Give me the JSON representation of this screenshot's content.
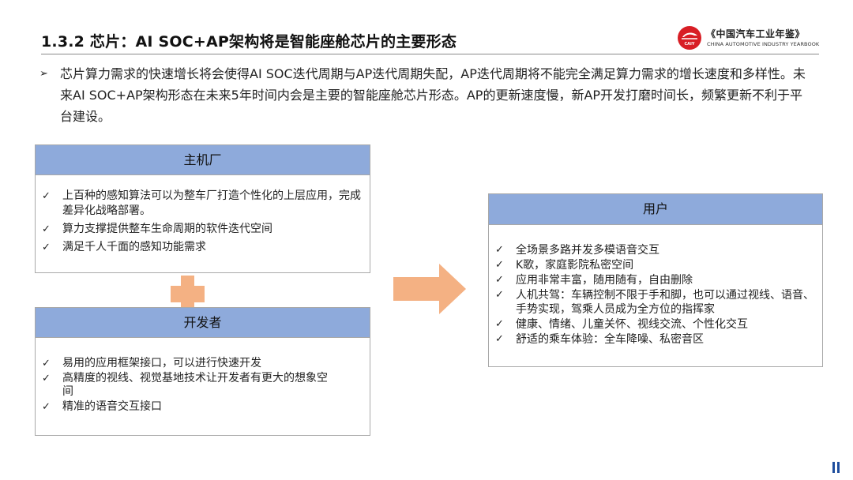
{
  "header": {
    "title": "1.3.2 芯片：AI SOC+AP架构将是智能座舱芯片的主要形态",
    "logo": {
      "badge_text": "CAIY",
      "name_cn": "《中国汽车工业年鉴》",
      "name_en": "CHINA AUTOMOTIVE INDUSTRY YEARBOOK"
    }
  },
  "intro": {
    "bullet_icon": "arrow-bullet-icon",
    "text": "芯片算力需求的快速增长将会使得AI SOC迭代周期与AP迭代周期失配，AP迭代周期将不能完全满足算力需求的增长速度和多样性。未来AI SOC+AP架构形态在未来5年时间内会是主要的智能座舱芯片形态。AP的更新速度慢，新AP开发打磨时间长，频繁更新不利于平台建设。"
  },
  "oem_box": {
    "title": "主机厂",
    "items": [
      "上百种的感知算法可以为整车厂打造个性化的上层应用，完成差异化战略部署。",
      "算力支撑提供整车生命周期的软件迭代空间",
      "满足千人千面的感知功能需求"
    ]
  },
  "dev_box": {
    "title": "开发者",
    "items": [
      "易用的应用框架接口，可以进行快速开发",
      "高精度的视线、视觉基地技术让开发者有更大的想象空间",
      "精准的语音交互接口"
    ]
  },
  "user_box": {
    "title": "用户",
    "items": [
      "全场景多路并发多模语音交互",
      "K歌，家庭影院私密空间",
      "应用非常丰富，随用随有，自由删除",
      "人机共驾：车辆控制不限于手和脚，也可以通过视线、语音、手势实现，驾乘人员成为全方位的指挥家",
      "健康、情绪、儿童关怀、视线交流、个性化交互",
      "舒适的乘车体验：全车降噪、私密音区"
    ]
  },
  "icons": {
    "check": "✓",
    "arrow_bullet": "➢"
  },
  "colors": {
    "box_header": "#8eaadb",
    "plus": "#f4b183",
    "arrow": "#f4b183",
    "logo_red": "#d81e25",
    "pager": "#1f4e9e"
  }
}
